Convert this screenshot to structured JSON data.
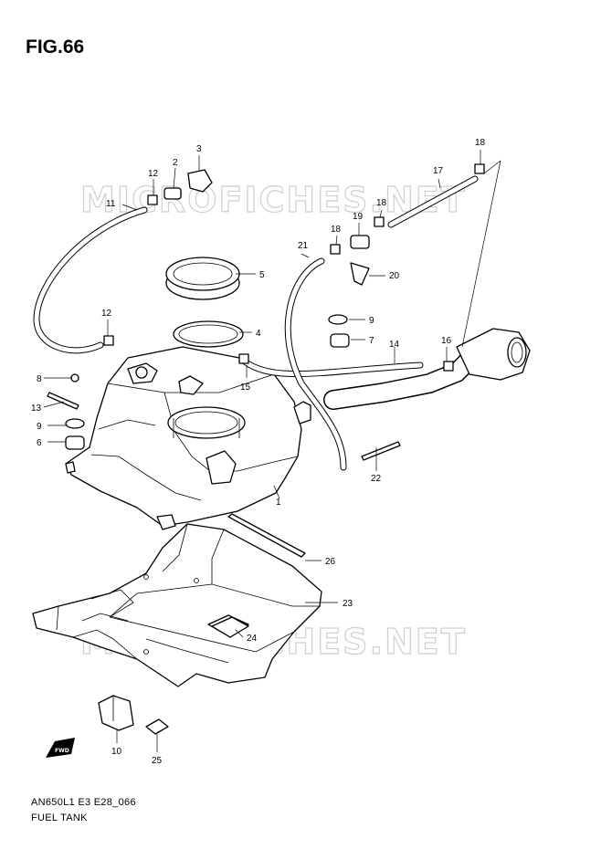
{
  "figure": {
    "title": "FIG.66",
    "model_code": "AN650L1 E3 E28_066",
    "name": "FUEL TANK"
  },
  "watermark": {
    "text": "MICROFICHES.NET"
  },
  "fwd_badge": {
    "text": "FWD"
  },
  "callouts": [
    "1",
    "2",
    "3",
    "4",
    "5",
    "6",
    "7",
    "8",
    "9",
    "9",
    "10",
    "11",
    "12",
    "12",
    "13",
    "14",
    "15",
    "16",
    "17",
    "18",
    "18",
    "18",
    "19",
    "20",
    "21",
    "22",
    "23",
    "24",
    "25",
    "26"
  ]
}
